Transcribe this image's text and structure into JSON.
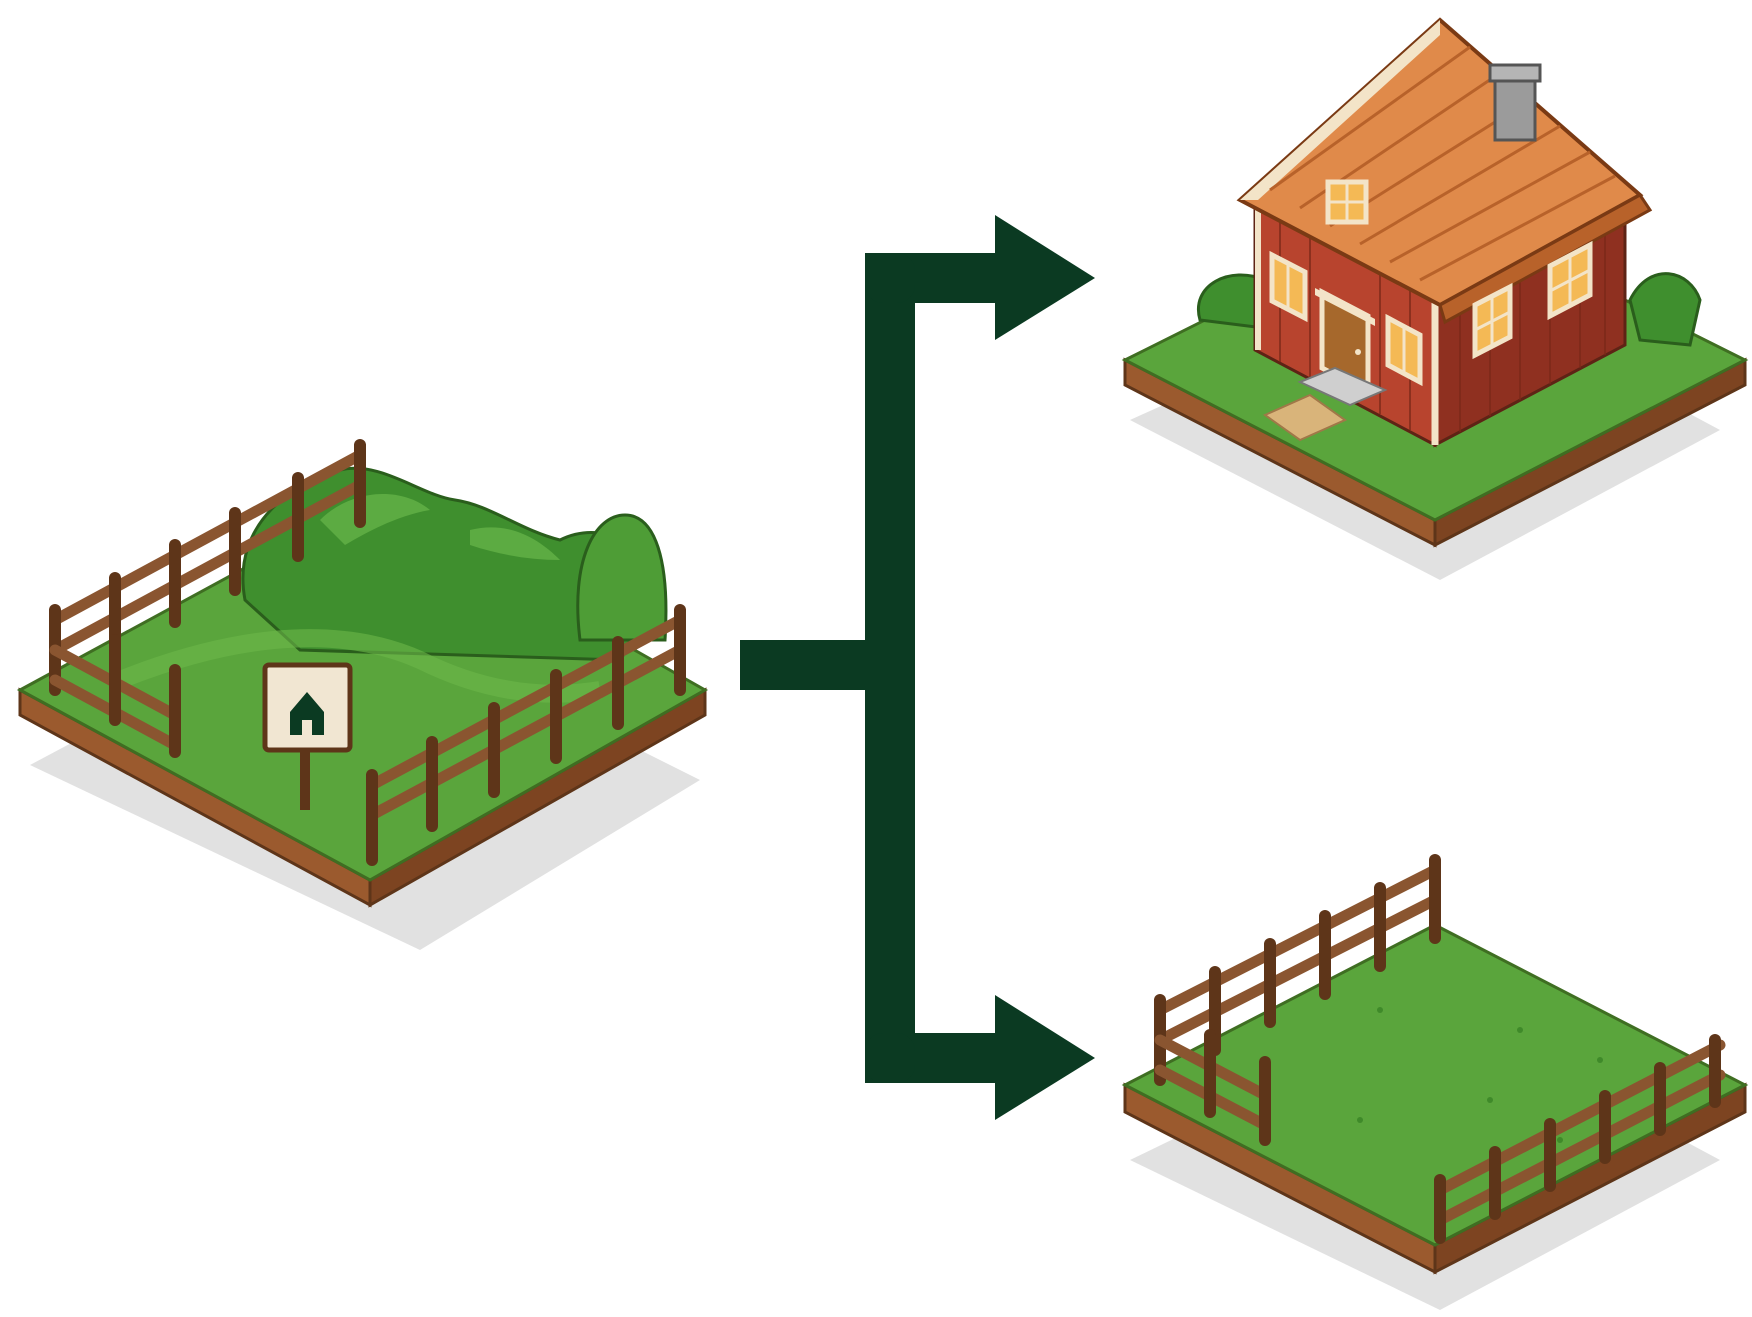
{
  "diagram": {
    "kind": "branching-flow",
    "source": {
      "name": "fenced-lot-with-house-sign",
      "icons": [
        "fence-icon",
        "bush-icon",
        "house-sign-icon"
      ]
    },
    "branches": [
      {
        "name": "house-on-lot",
        "icons": [
          "house-icon",
          "chimney-icon",
          "door-icon",
          "window-icon",
          "path-icon"
        ]
      },
      {
        "name": "empty-fenced-lot",
        "icons": [
          "fence-icon"
        ]
      }
    ]
  },
  "colors": {
    "background": "#ffffff",
    "arrow": "#0b3a22",
    "grass": "#5aa53c",
    "grass_light": "#6cb84a",
    "grass_dark": "#3f8a2a",
    "bush": "#3f8f2e",
    "bush_light": "#5cab42",
    "soil_front": "#9b5a2e",
    "soil_side": "#7d4421",
    "fence": "#8a5530",
    "fence_dark": "#5e3519",
    "house_wall": "#b8442e",
    "house_wall_dark": "#8f3020",
    "roof": "#e08a4a",
    "roof_dark": "#b8622a",
    "window_glow": "#f4b955",
    "trim": "#f3e4c8",
    "chimney": "#9b9b9b",
    "sign_board": "#f1e6d2",
    "shadow": "#dcdcdc"
  }
}
